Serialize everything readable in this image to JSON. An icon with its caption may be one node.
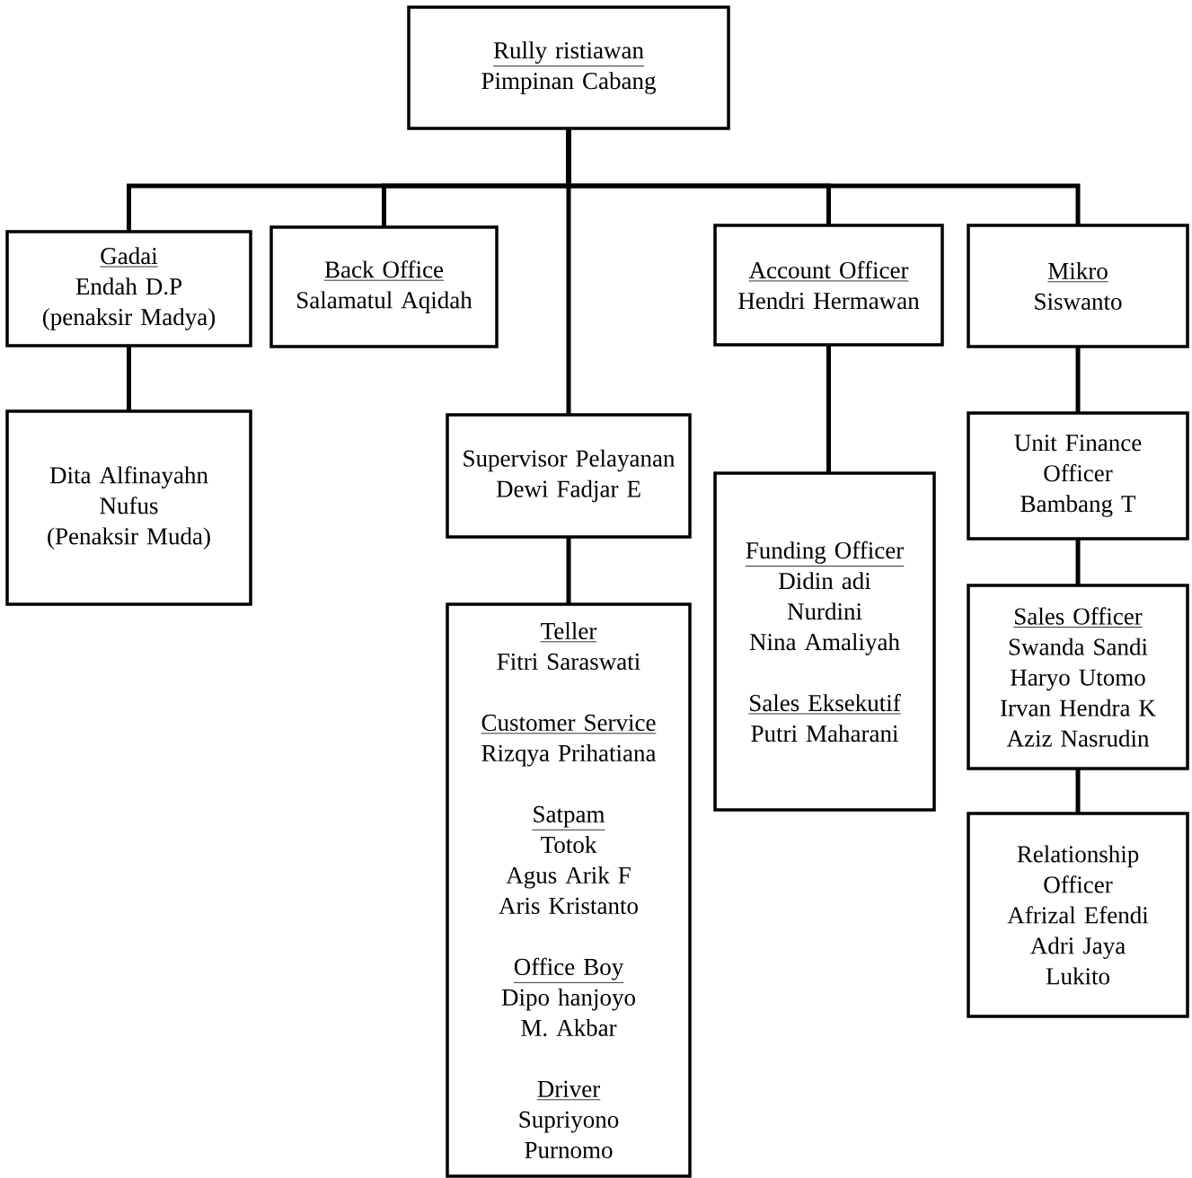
{
  "diagram": {
    "nodes": [
      {
        "text": [
          "Rully ristiawan",
          "Pimpinan Cabang"
        ]
      },
      {
        "text": [
          "Gadai",
          "Endah D.P",
          "(penaksir Madya)"
        ]
      },
      {
        "text": [
          "Back Office",
          "Salamatul Aqidah"
        ]
      },
      {
        "text": [
          "Account Officer",
          "Hendri Hermawan"
        ]
      },
      {
        "text": [
          "Mikro",
          "Siswanto"
        ]
      },
      {
        "text": [
          "Dita Alfinayahn Nufus",
          "(Penaksir Muda)"
        ]
      },
      {
        "text": [
          "Supervisor Pelayanan",
          "Dewi Fadjar E"
        ]
      },
      {
        "text": [
          "Teller",
          "Fitri Saraswati",
          "Customer Service",
          "Rizqya Prihatiana",
          "Satpam",
          "Totok",
          "Agus Arik F",
          "Aris Kristanto",
          "Office Boy",
          "Dipo hanjoyo",
          "M. Akbar",
          "Driver",
          "Supriyono",
          "Purnomo"
        ]
      },
      {
        "text": [
          "Funding Officer",
          "Didin adi",
          "Nurdini",
          "Nina Amaliyah",
          "Sales Eksekutif",
          "Putri Maharani"
        ]
      },
      {
        "text": [
          "Unit Finance Officer",
          "Bambang T"
        ]
      },
      {
        "text": [
          "Sales Officer",
          "Swanda Sandi",
          "Haryo Utomo",
          "Irvan Hendra K",
          "Aziz Nasrudin"
        ]
      },
      {
        "text": [
          "Relationship Officer",
          "Afrizal Efendi",
          "Adri Jaya",
          "Lukito"
        ]
      }
    ],
    "edges": [
      {
        "from": 0,
        "to": 1,
        "arrow": "none"
      },
      {
        "from": 0,
        "to": 2,
        "arrow": "none"
      },
      {
        "from": 0,
        "to": 6,
        "arrow": "none"
      },
      {
        "from": 0,
        "to": 3,
        "arrow": "none"
      },
      {
        "from": 0,
        "to": 4,
        "arrow": "none"
      },
      {
        "from": 1,
        "to": 5,
        "arrow": "none"
      },
      {
        "from": 6,
        "to": 7,
        "arrow": "none"
      },
      {
        "from": 3,
        "to": 8,
        "arrow": "none"
      },
      {
        "from": 4,
        "to": 9,
        "arrow": "none"
      },
      {
        "from": 9,
        "to": 10,
        "arrow": "none"
      },
      {
        "from": 10,
        "to": 11,
        "arrow": "none"
      }
    ]
  }
}
